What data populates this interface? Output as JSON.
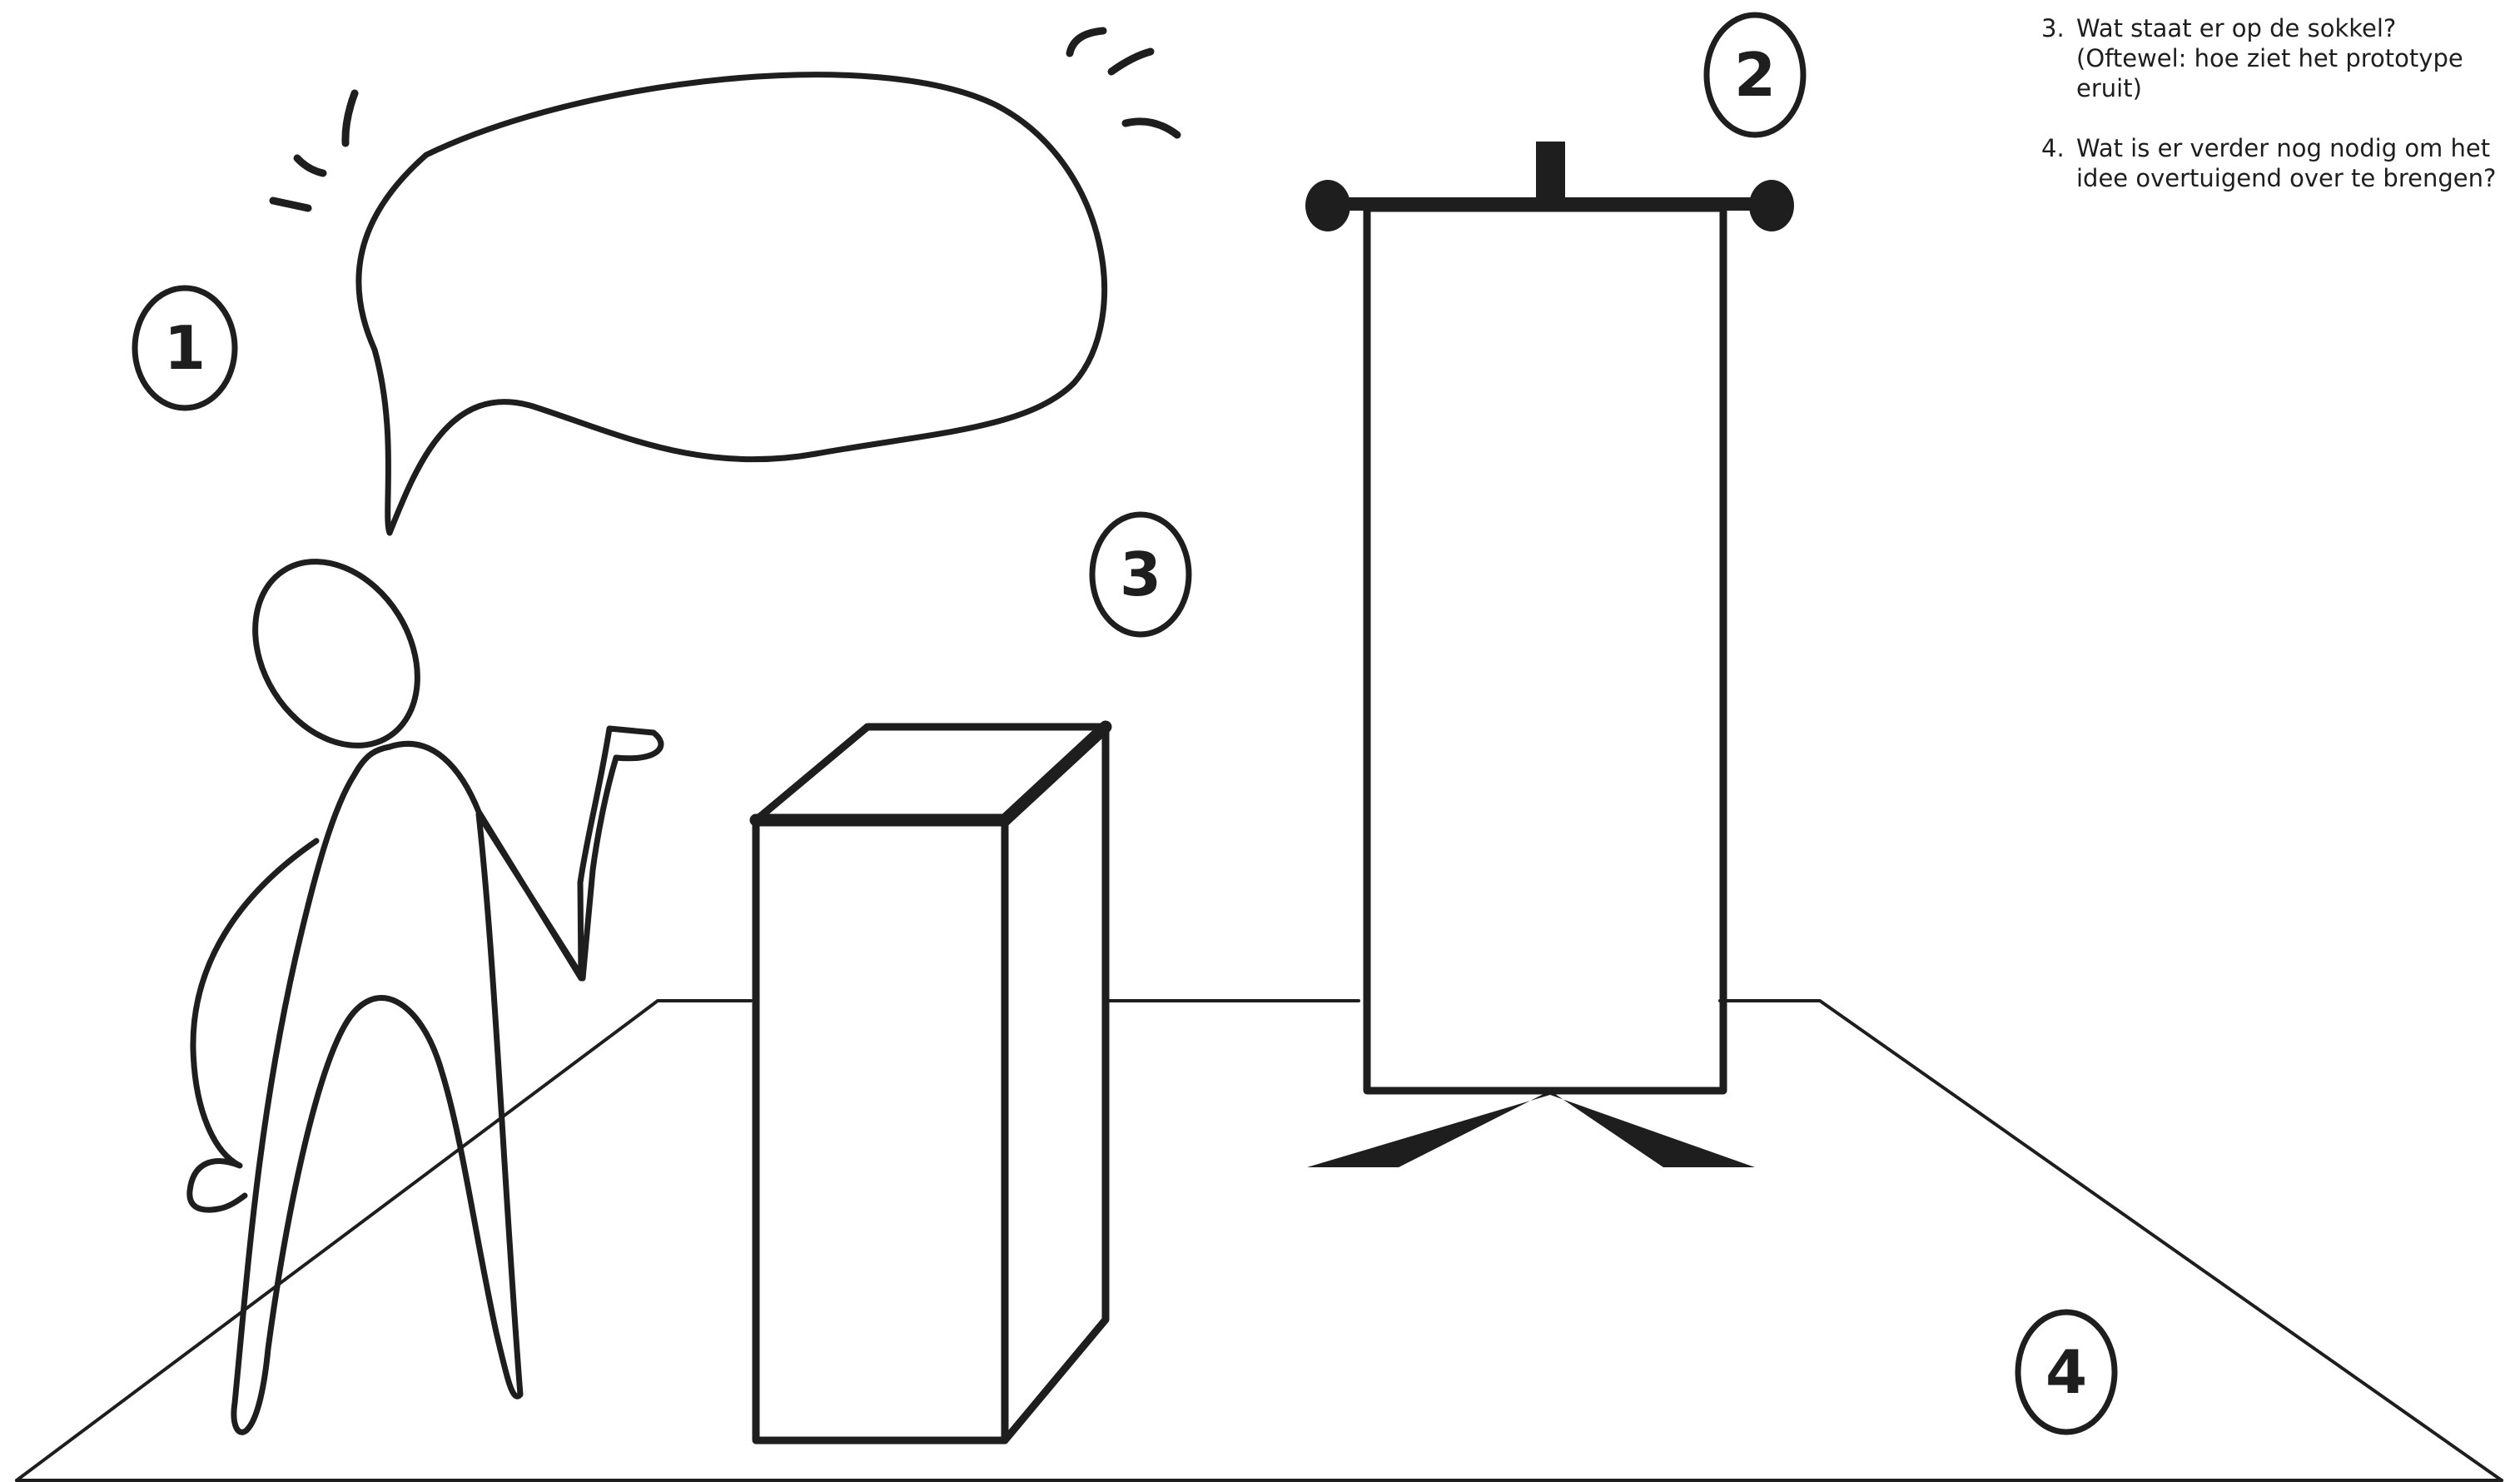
{
  "notes": [
    {
      "number": "3.",
      "text": "Wat staat er op de sokkel?\n(Oftewel: hoe ziet het prototype eruit)"
    },
    {
      "number": "4.",
      "text": "Wat is er verder nog nodig om het idee overtuigend over te brengen?"
    }
  ],
  "markers": [
    "1",
    "2",
    "3",
    "4"
  ],
  "colors": {
    "ink": "#1e1e1e",
    "background": "#ffffff"
  }
}
